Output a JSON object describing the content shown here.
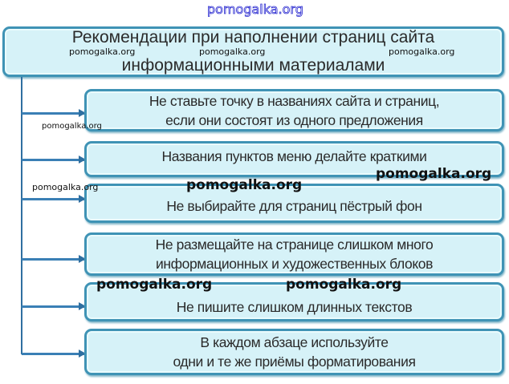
{
  "title": {
    "line1": "Рекомендации при наполнении страниц сайта",
    "line2": "информационными материалами"
  },
  "items": [
    {
      "line1": "Не ставьте точку в названиях сайта и страниц,",
      "line2": "если они состоят из одного предложения"
    },
    {
      "line1": "Названия пунктов меню делайте краткими"
    },
    {
      "line1": "Не выбирайте для страниц пёстрый фон"
    },
    {
      "line1": "Не размещайте на странице слишком много",
      "line2": "информационных и художественных блоков"
    },
    {
      "line1": "Не пишите слишком длинных текстов"
    },
    {
      "line1": "В каждом абзаце используйте",
      "line2": "одни и  те же приёмы форматирования"
    }
  ],
  "watermark": "pomogalka.org",
  "colors": {
    "box_fill": "#d6f2f8",
    "box_border": "#3f93b5",
    "connector": "#2f6fa0"
  }
}
